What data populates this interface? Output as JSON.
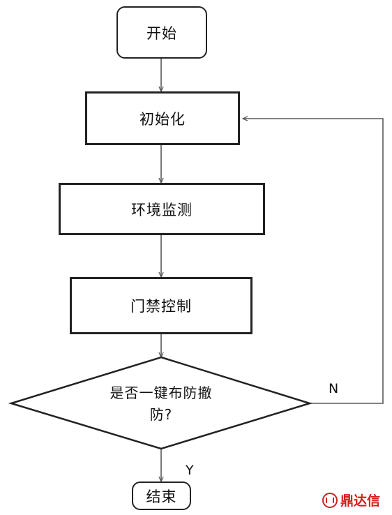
{
  "nodes": {
    "start": "开始",
    "init": "初始化",
    "env": "环境监测",
    "access": "门禁控制",
    "decision_line1": "是否一键布防撤",
    "decision_line2": "防?",
    "end": "结束"
  },
  "labels": {
    "no": "N",
    "yes": "Y"
  },
  "watermark": "鼎达信",
  "colors": {
    "line": "#595959",
    "border": "#222222",
    "watermark": "#d21e1e"
  }
}
